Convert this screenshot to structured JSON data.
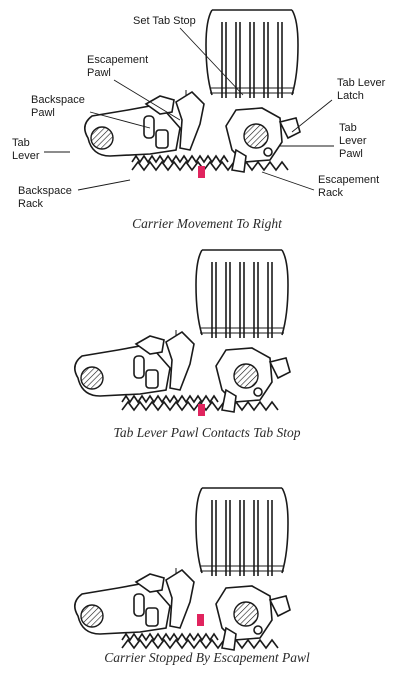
{
  "labels": {
    "set_tab_stop": "Set Tab Stop",
    "escapement_pawl_1": "Escapement",
    "escapement_pawl_2": "Pawl",
    "backspace_pawl_1": "Backspace",
    "backspace_pawl_2": "Pawl",
    "tab_lever_1": "Tab",
    "tab_lever_2": "Lever",
    "backspace_rack_1": "Backspace",
    "backspace_rack_2": "Rack",
    "tab_lever_latch_1": "Tab Lever",
    "tab_lever_latch_2": "Latch",
    "tab_lever_pawl_1": "Tab",
    "tab_lever_pawl_2": "Lever",
    "tab_lever_pawl_3": "Pawl",
    "escapement_rack_1": "Escapement",
    "escapement_rack_2": "Rack"
  },
  "captions": {
    "panel1": "Carrier Movement To Right",
    "panel2": "Tab Lever Pawl Contacts Tab Stop",
    "panel3": "Carrier Stopped By Escapement Pawl"
  },
  "colors": {
    "line": "#1a1a1a",
    "highlight": "#e0245e"
  }
}
